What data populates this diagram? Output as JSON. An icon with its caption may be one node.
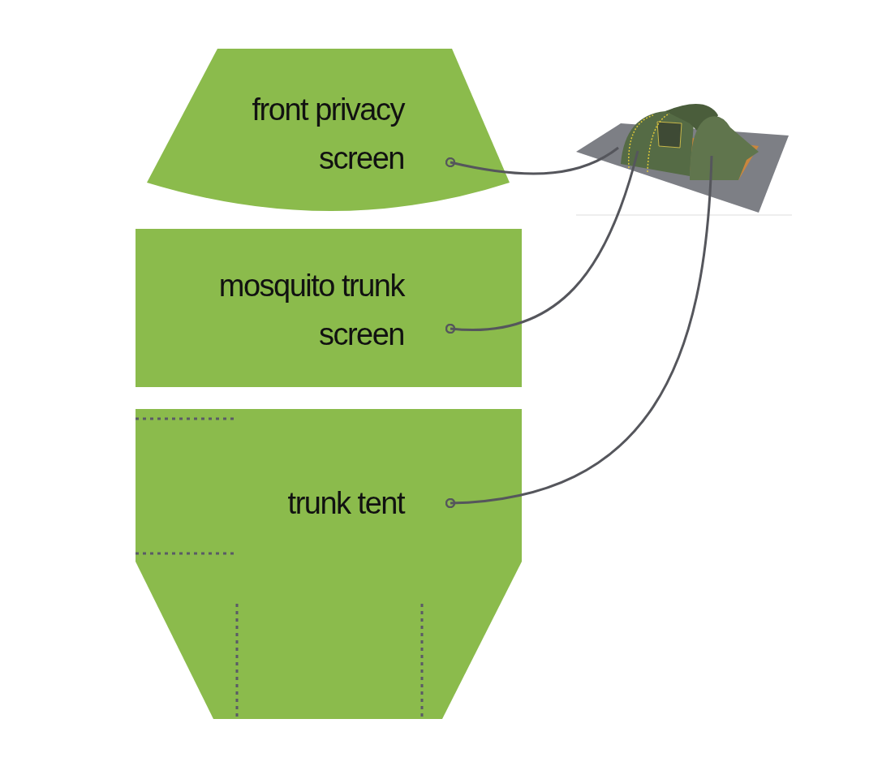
{
  "diagram": {
    "nodes": [
      {
        "text": [
          "front privacy screen"
        ]
      },
      {
        "text": [
          "mosquito trunk screen"
        ]
      },
      {
        "text": [
          "trunk tent"
        ]
      },
      {
        "text": [],
        "shape": "picture"
      }
    ],
    "edges": [
      {
        "from": 0,
        "to": 3,
        "arrow": "other"
      },
      {
        "from": 1,
        "to": 3,
        "arrow": "other"
      },
      {
        "from": 2,
        "to": 3,
        "arrow": "other"
      }
    ]
  }
}
